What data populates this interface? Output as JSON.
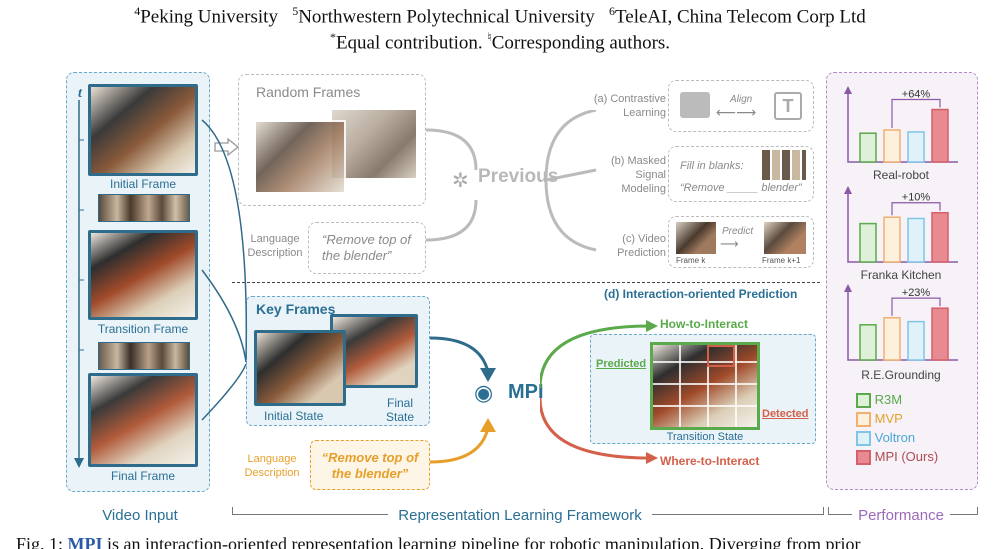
{
  "header": {
    "line1": "Peking University  Northwestern Polytechnical University  TeleAI, China Telecom Corp Ltd",
    "sup1": "4",
    "aff1": "Peking University",
    "sup2": "5",
    "aff2": "Northwestern Polytechnical University",
    "sup3": "6",
    "aff3": "TeleAI, China Telecom Corp Ltd",
    "line2_sup1": "*",
    "line2_a": "Equal contribution.",
    "line2_sup2": "♮",
    "line2_b": "Corresponding authors."
  },
  "video_input": {
    "time_label": "t",
    "initial_frame": "Initial Frame",
    "transition_frame": "Transition Frame",
    "final_frame": "Final Frame",
    "section_label": "Video Input"
  },
  "previous": {
    "random_frames": "Random Frames",
    "language_label": "Language\nDescription",
    "language_text": "“Remove top of\nthe blender”",
    "hub_label": "Previous",
    "a_label": "(a) Contrastive\nLearning",
    "a_align": "Align",
    "b_label": "(b) Masked\nSignal\nModeling",
    "b_fill": "Fill in blanks:",
    "b_text": "“Remove _____ blender”",
    "c_label": "(c) Video\nPrediction",
    "c_predict": "Predict",
    "c_frame_k": "Frame k",
    "c_frame_k1": "Frame k+1"
  },
  "mpi": {
    "key_frames": "Key Frames",
    "initial_state": "Initial State",
    "final_state": "Final\nState",
    "language_label": "Language\nDescription",
    "language_text": "“Remove top of\nthe blender”",
    "hub_label": "MPI",
    "d_label": "(d) Interaction-oriented Prediction",
    "how_to_interact": "How-to-Interact",
    "where_to_interact": "Where-to-Interact",
    "predicted": "Predicted",
    "detected": "Detected",
    "transition_state": "Transition State",
    "section_label": "Representation Learning Framework"
  },
  "performance": {
    "section_label": "Performance",
    "colors": {
      "R3M": "#5aa94a",
      "MVP": "#f0b070",
      "Voltron": "#7fc6e6",
      "MPI (Ours)": "#d6606a"
    },
    "legend": [
      "R3M",
      "MVP",
      "Voltron",
      "MPI (Ours)"
    ]
  },
  "chart_data": [
    {
      "type": "bar",
      "title": "Real-robot",
      "series": [
        {
          "name": "R3M",
          "values": [
            0.45
          ]
        },
        {
          "name": "MVP",
          "values": [
            0.5
          ]
        },
        {
          "name": "Voltron",
          "values": [
            0.47
          ]
        },
        {
          "name": "MPI (Ours)",
          "values": [
            0.82
          ]
        }
      ],
      "annotation": "+64%"
    },
    {
      "type": "bar",
      "title": "Franka Kitchen",
      "series": [
        {
          "name": "R3M",
          "values": [
            0.6
          ]
        },
        {
          "name": "MVP",
          "values": [
            0.7
          ]
        },
        {
          "name": "Voltron",
          "values": [
            0.68
          ]
        },
        {
          "name": "MPI (Ours)",
          "values": [
            0.77
          ]
        }
      ],
      "annotation": "+10%"
    },
    {
      "type": "bar",
      "title": "R.E.Grounding",
      "series": [
        {
          "name": "R3M",
          "values": [
            0.55
          ]
        },
        {
          "name": "MVP",
          "values": [
            0.66
          ]
        },
        {
          "name": "Voltron",
          "values": [
            0.6
          ]
        },
        {
          "name": "MPI (Ours)",
          "values": [
            0.81
          ]
        }
      ],
      "annotation": "+23%"
    }
  ],
  "caption": {
    "prefix": "Fig. 1:",
    "mpi": "MPI",
    "text": "is an interaction-oriented representation learning pipeline for robotic manipulation. Diverging from prior"
  }
}
